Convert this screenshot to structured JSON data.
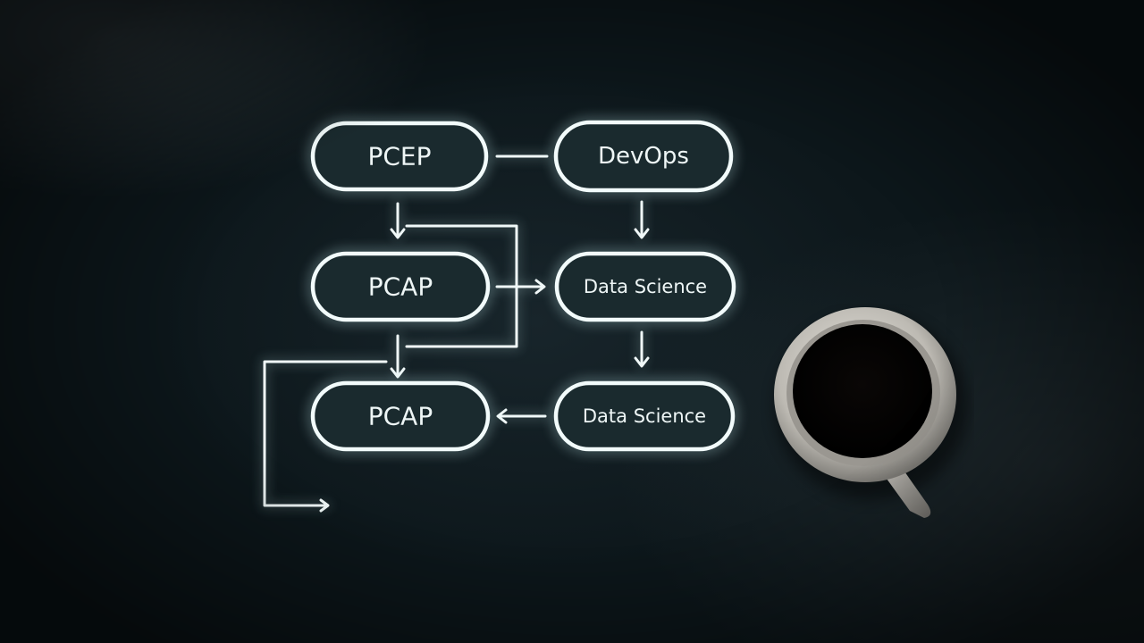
{
  "nodes": {
    "pcep": {
      "label": "PCEP"
    },
    "devops": {
      "label": "DevOps"
    },
    "pcap_middle": {
      "label": "PCAP"
    },
    "data_science_middle": {
      "label": "Data Science"
    },
    "pcap_bottom": {
      "label": "PCAP"
    },
    "data_science_bottom": {
      "label": "Data Science"
    }
  },
  "colors": {
    "background": "#0c1418",
    "line": "#f0f8f8",
    "glow": "#bfe8ea"
  },
  "objects": {
    "cup": "coffee-cup"
  }
}
